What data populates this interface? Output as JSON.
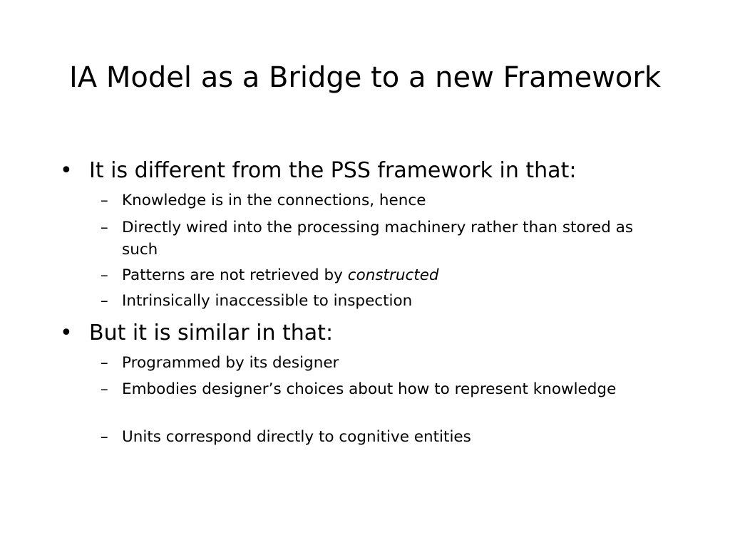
{
  "slide": {
    "title": "IA Model as a Bridge to a new Framework",
    "bullet_marker": "•",
    "sub_marker": "–",
    "bullets": [
      {
        "text": "It is different from the PSS framework in that:",
        "subs": [
          {
            "text": "Knowledge is in the connections, hence"
          },
          {
            "text": "Directly wired into the processing machinery rather than stored as such"
          },
          {
            "text": "Patterns are not retrieved by ",
            "emphasis": "constructed"
          },
          {
            "text": "Intrinsically inaccessible to inspection"
          }
        ]
      },
      {
        "text": "But it is similar in that:",
        "subs": [
          {
            "text": "Programmed by its designer"
          },
          {
            "text": "Embodies designer’s choices about how to represent knowledge"
          },
          {
            "text": "Units correspond directly to cognitive entities"
          }
        ]
      }
    ]
  }
}
